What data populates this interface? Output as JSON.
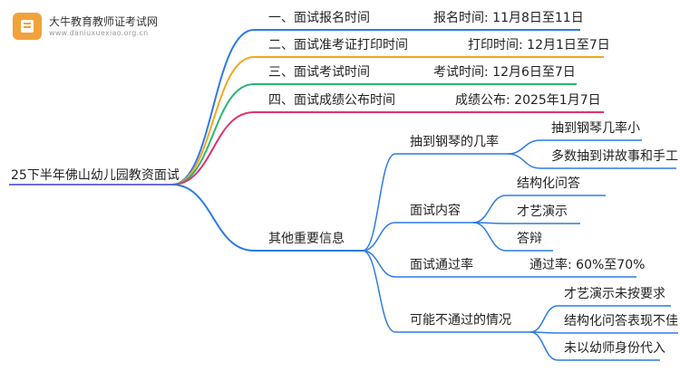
{
  "brand": {
    "name": "大牛教育教师证考试网",
    "url": "www.daniuxuexiao.org.cn"
  },
  "colors": {
    "blue": "#2c7be5",
    "orange": "#f5a623",
    "green": "#2bb673",
    "pink": "#e0306f",
    "root_underline": "#6c6cdb"
  },
  "root": {
    "label": "25下半年佛山幼儿园教资面试"
  },
  "branches": [
    {
      "label": "一、面试报名时间",
      "detail": "报名时间: 11月8日至11日"
    },
    {
      "label": "二、面试准考证打印时间",
      "detail": "打印时间: 12月1日至7日"
    },
    {
      "label": "三、面试考试时间",
      "detail": "考试时间: 12月6日至7日"
    },
    {
      "label": "四、面试成绩公布时间",
      "detail": "成绩公布: 2025年1月7日"
    },
    {
      "label": "其他重要信息",
      "children": [
        {
          "label": "抽到钢琴的几率",
          "items": [
            "抽到钢琴几率小",
            "多数抽到讲故事和手工"
          ]
        },
        {
          "label": "面试内容",
          "items": [
            "结构化问答",
            "才艺演示",
            "答辩"
          ]
        },
        {
          "label": "面试通过率",
          "items": [
            "通过率: 60%至70%"
          ]
        },
        {
          "label": "可能不通过的情况",
          "items": [
            "才艺演示未按要求",
            "结构化问答表现不佳",
            "未以幼师身份代入"
          ]
        }
      ]
    }
  ]
}
